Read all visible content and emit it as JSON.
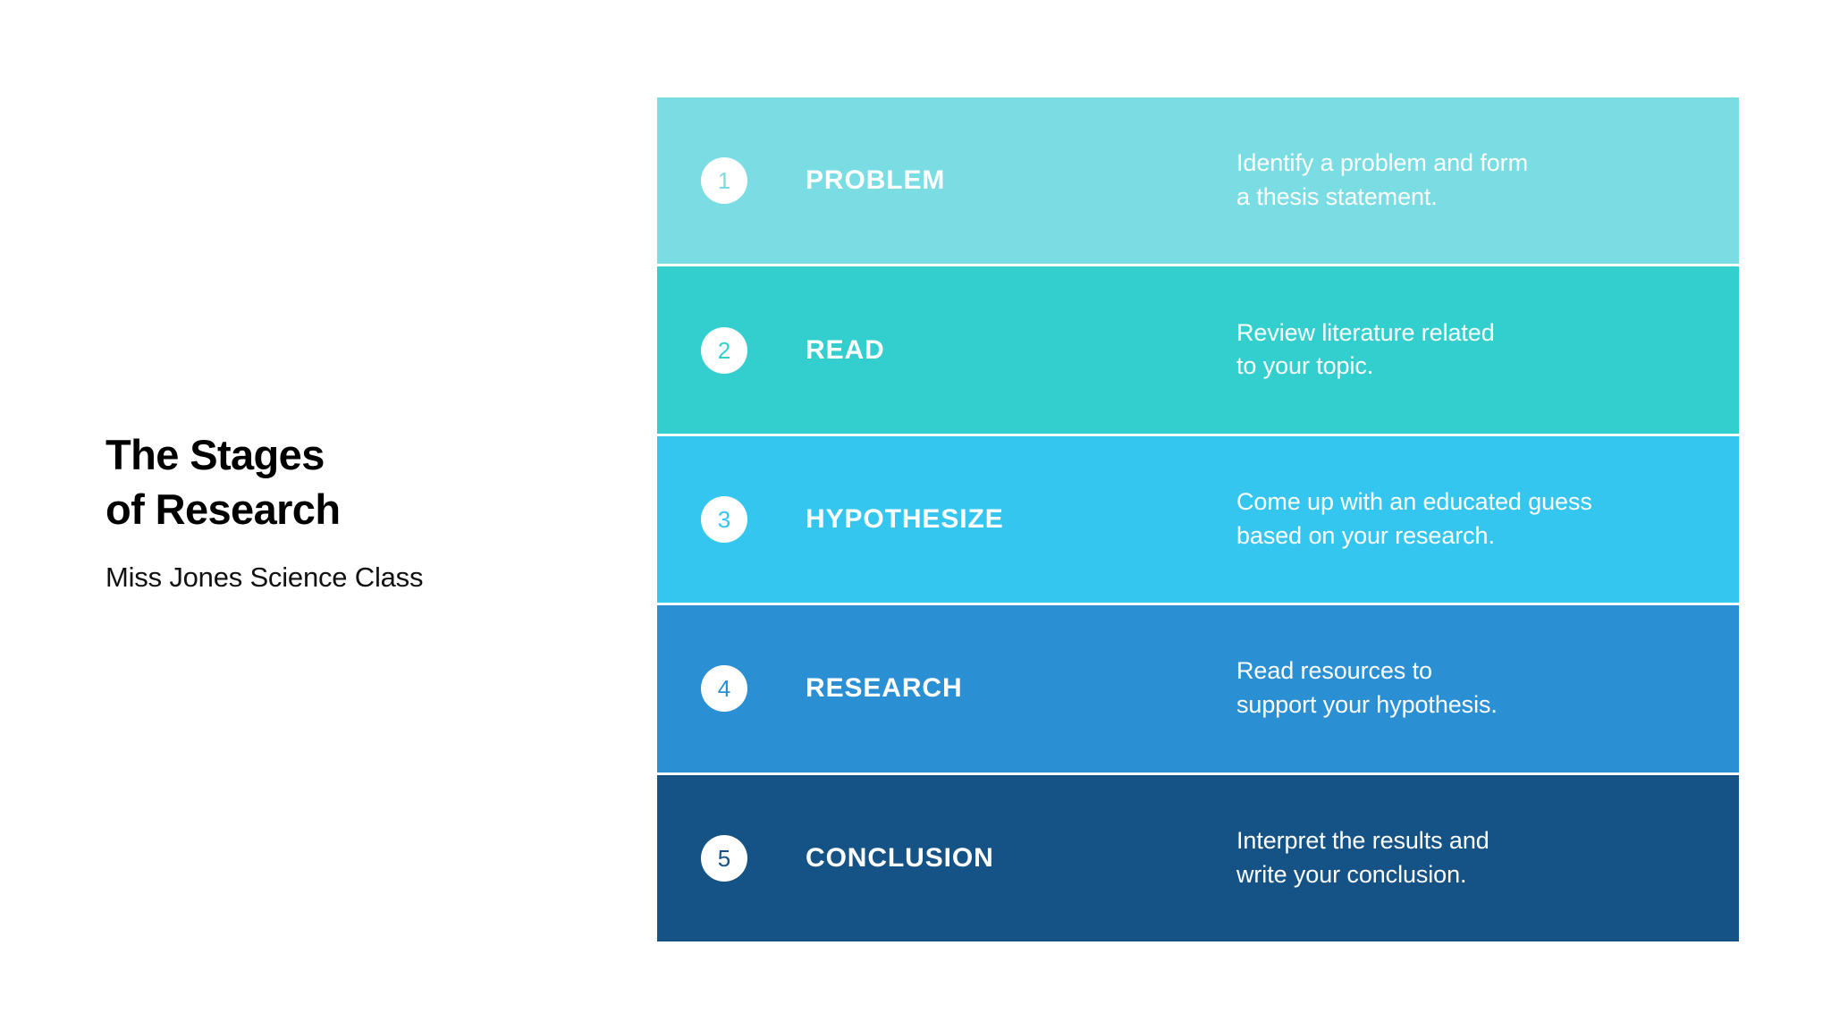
{
  "heading": {
    "title": "The Stages\nof Research",
    "subtitle": "Miss Jones Science Class"
  },
  "colors": {
    "background": "#ffffff",
    "title_text": "#000000",
    "row_text": "#ffffff",
    "badge_background": "#ffffff"
  },
  "stages": [
    {
      "number": "1",
      "label": "PROBLEM",
      "description": "Identify a problem and form\na thesis statement.",
      "color": "#79dde3"
    },
    {
      "number": "2",
      "label": "READ",
      "description": "Review literature related\nto your topic.",
      "color": "#33cfcf"
    },
    {
      "number": "3",
      "label": "HYPOTHESIZE",
      "description": "Come up with an educated guess\nbased on your research.",
      "color": "#35c6ef"
    },
    {
      "number": "4",
      "label": "RESEARCH",
      "description": "Read resources to\nsupport your hypothesis.",
      "color": "#2b8fd4"
    },
    {
      "number": "5",
      "label": "CONCLUSION",
      "description": "Interpret the results and\nwrite your conclusion.",
      "color": "#155286"
    }
  ]
}
